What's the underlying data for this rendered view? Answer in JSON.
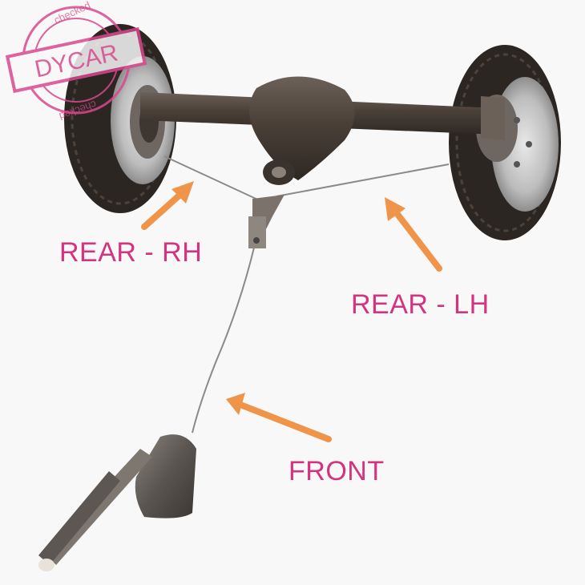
{
  "labels": {
    "rear_rh": "REAR - RH",
    "rear_lh": "REAR - LH",
    "front": "FRONT"
  },
  "stamp": {
    "brand": "DYCAR",
    "ring_text": "checked"
  },
  "colors": {
    "label_text": "#d4337f",
    "arrow": "#f0944a",
    "stamp": "#d9488e",
    "axle_metal": "#4a4038",
    "tire": "#2b2622",
    "rim": "#c7c7c7",
    "cable": "#8a8a8a",
    "lever": "#5a5550",
    "background": "#f8f8f8"
  },
  "icons": {
    "arrow_rh": "arrow-up-right",
    "arrow_lh": "arrow-up-left",
    "arrow_front": "arrow-left"
  }
}
